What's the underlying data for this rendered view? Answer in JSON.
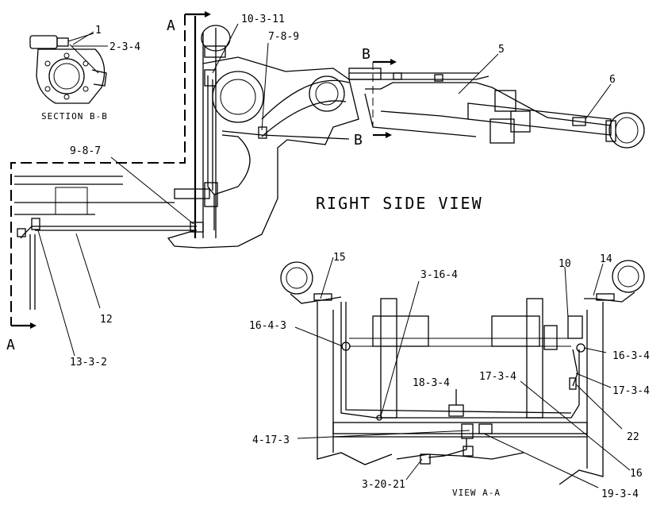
{
  "titles": {
    "right_side_view": "RIGHT SIDE VIEW",
    "section_bb": "SECTION B-B",
    "view_aa": "VIEW A-A"
  },
  "section_markers": {
    "a_top": "A",
    "a_bottom": "A",
    "b_top": "B",
    "b_bottom": "B"
  },
  "callouts": {
    "c1": "1",
    "c2_3_4": "2-3-4",
    "c10_3_11": "10-3-11",
    "c7_8_9": "7-8-9",
    "c5": "5",
    "c6": "6",
    "c9_8_7": "9-8-7",
    "c12": "12",
    "c13_3_2": "13-3-2",
    "c15": "15",
    "c3_16_4": "3-16-4",
    "c10": "10",
    "c14": "14",
    "c16_4_3": "16-4-3",
    "c16_3_4": "16-3-4",
    "c18_3_4": "18-3-4",
    "c17_3_4_a": "17-3-4",
    "c17_3_4_b": "17-3-4",
    "c22": "22",
    "c4_17_3": "4-17-3",
    "c16": "16",
    "c3_20_21": "3-20-21",
    "c19_3_4": "19-3-4"
  }
}
